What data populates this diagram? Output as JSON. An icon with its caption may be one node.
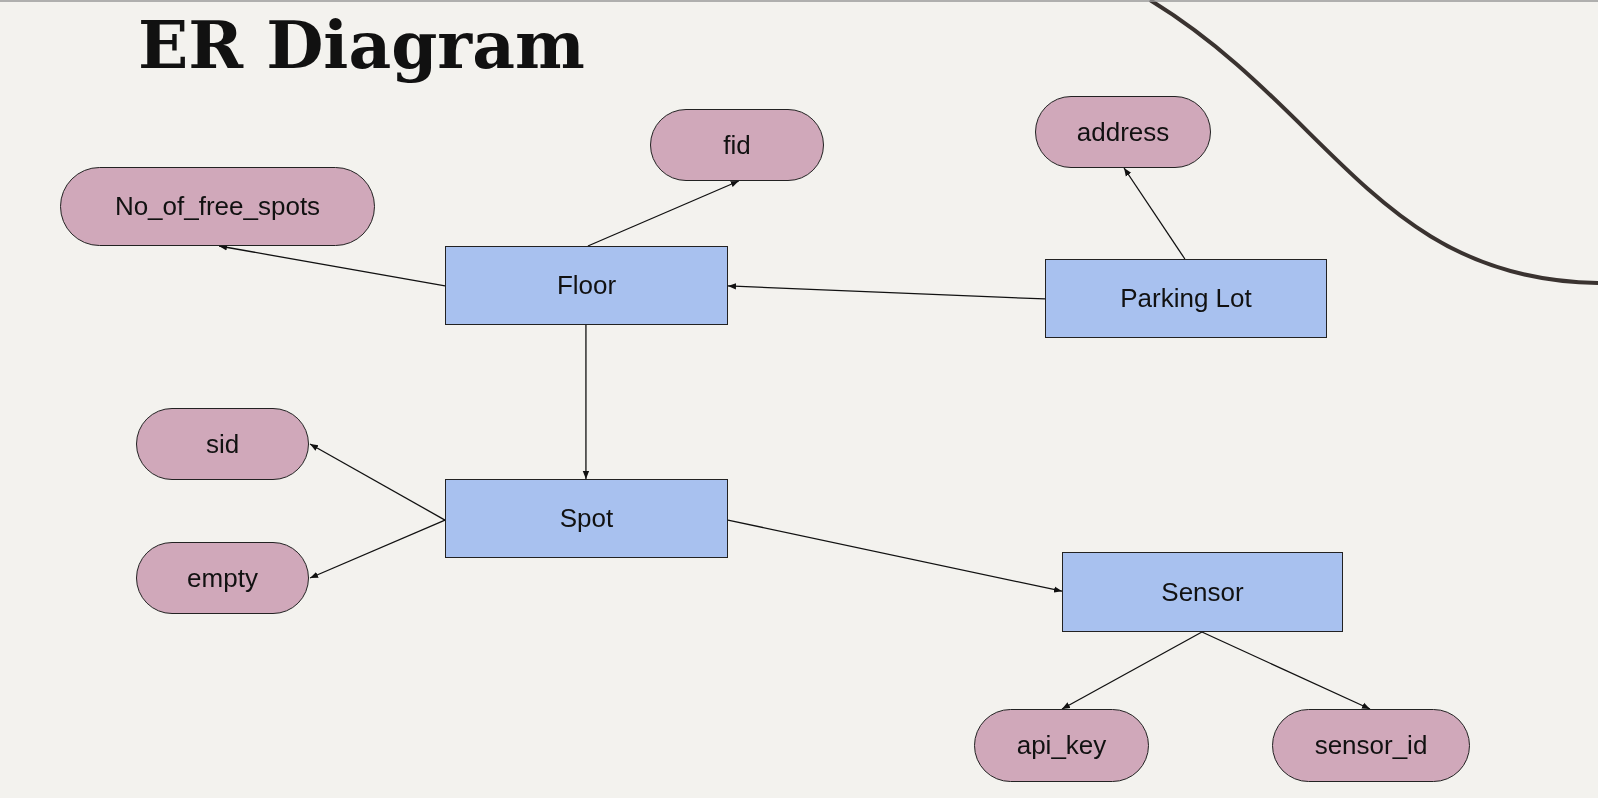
{
  "diagram": {
    "title": "ER Diagram",
    "nodes": [
      {
        "text": [
          "fid"
        ]
      },
      {
        "text": [
          "address"
        ]
      },
      {
        "text": [
          "No_of_free_spots"
        ]
      },
      {
        "text": [
          "Floor"
        ]
      },
      {
        "text": [
          "Parking Lot"
        ]
      },
      {
        "text": [
          "sid"
        ]
      },
      {
        "text": [
          "Spot"
        ]
      },
      {
        "text": [
          "empty"
        ]
      },
      {
        "text": [
          "Sensor"
        ]
      },
      {
        "text": [
          "api_key"
        ]
      },
      {
        "text": [
          "sensor_id"
        ]
      }
    ],
    "edges": [
      {
        "from": 3,
        "to": 0,
        "arrow": "to"
      },
      {
        "from": 3,
        "to": 2,
        "arrow": "to"
      },
      {
        "from": 4,
        "to": 1,
        "arrow": "to"
      },
      {
        "from": 4,
        "to": 3,
        "arrow": "to"
      },
      {
        "from": 3,
        "to": 6,
        "arrow": "to"
      },
      {
        "from": 6,
        "to": 5,
        "arrow": "to"
      },
      {
        "from": 6,
        "to": 7,
        "arrow": "to"
      },
      {
        "from": 6,
        "to": 8,
        "arrow": "to"
      },
      {
        "from": 8,
        "to": 9,
        "arrow": "to"
      },
      {
        "from": 8,
        "to": 10,
        "arrow": "to"
      }
    ]
  }
}
